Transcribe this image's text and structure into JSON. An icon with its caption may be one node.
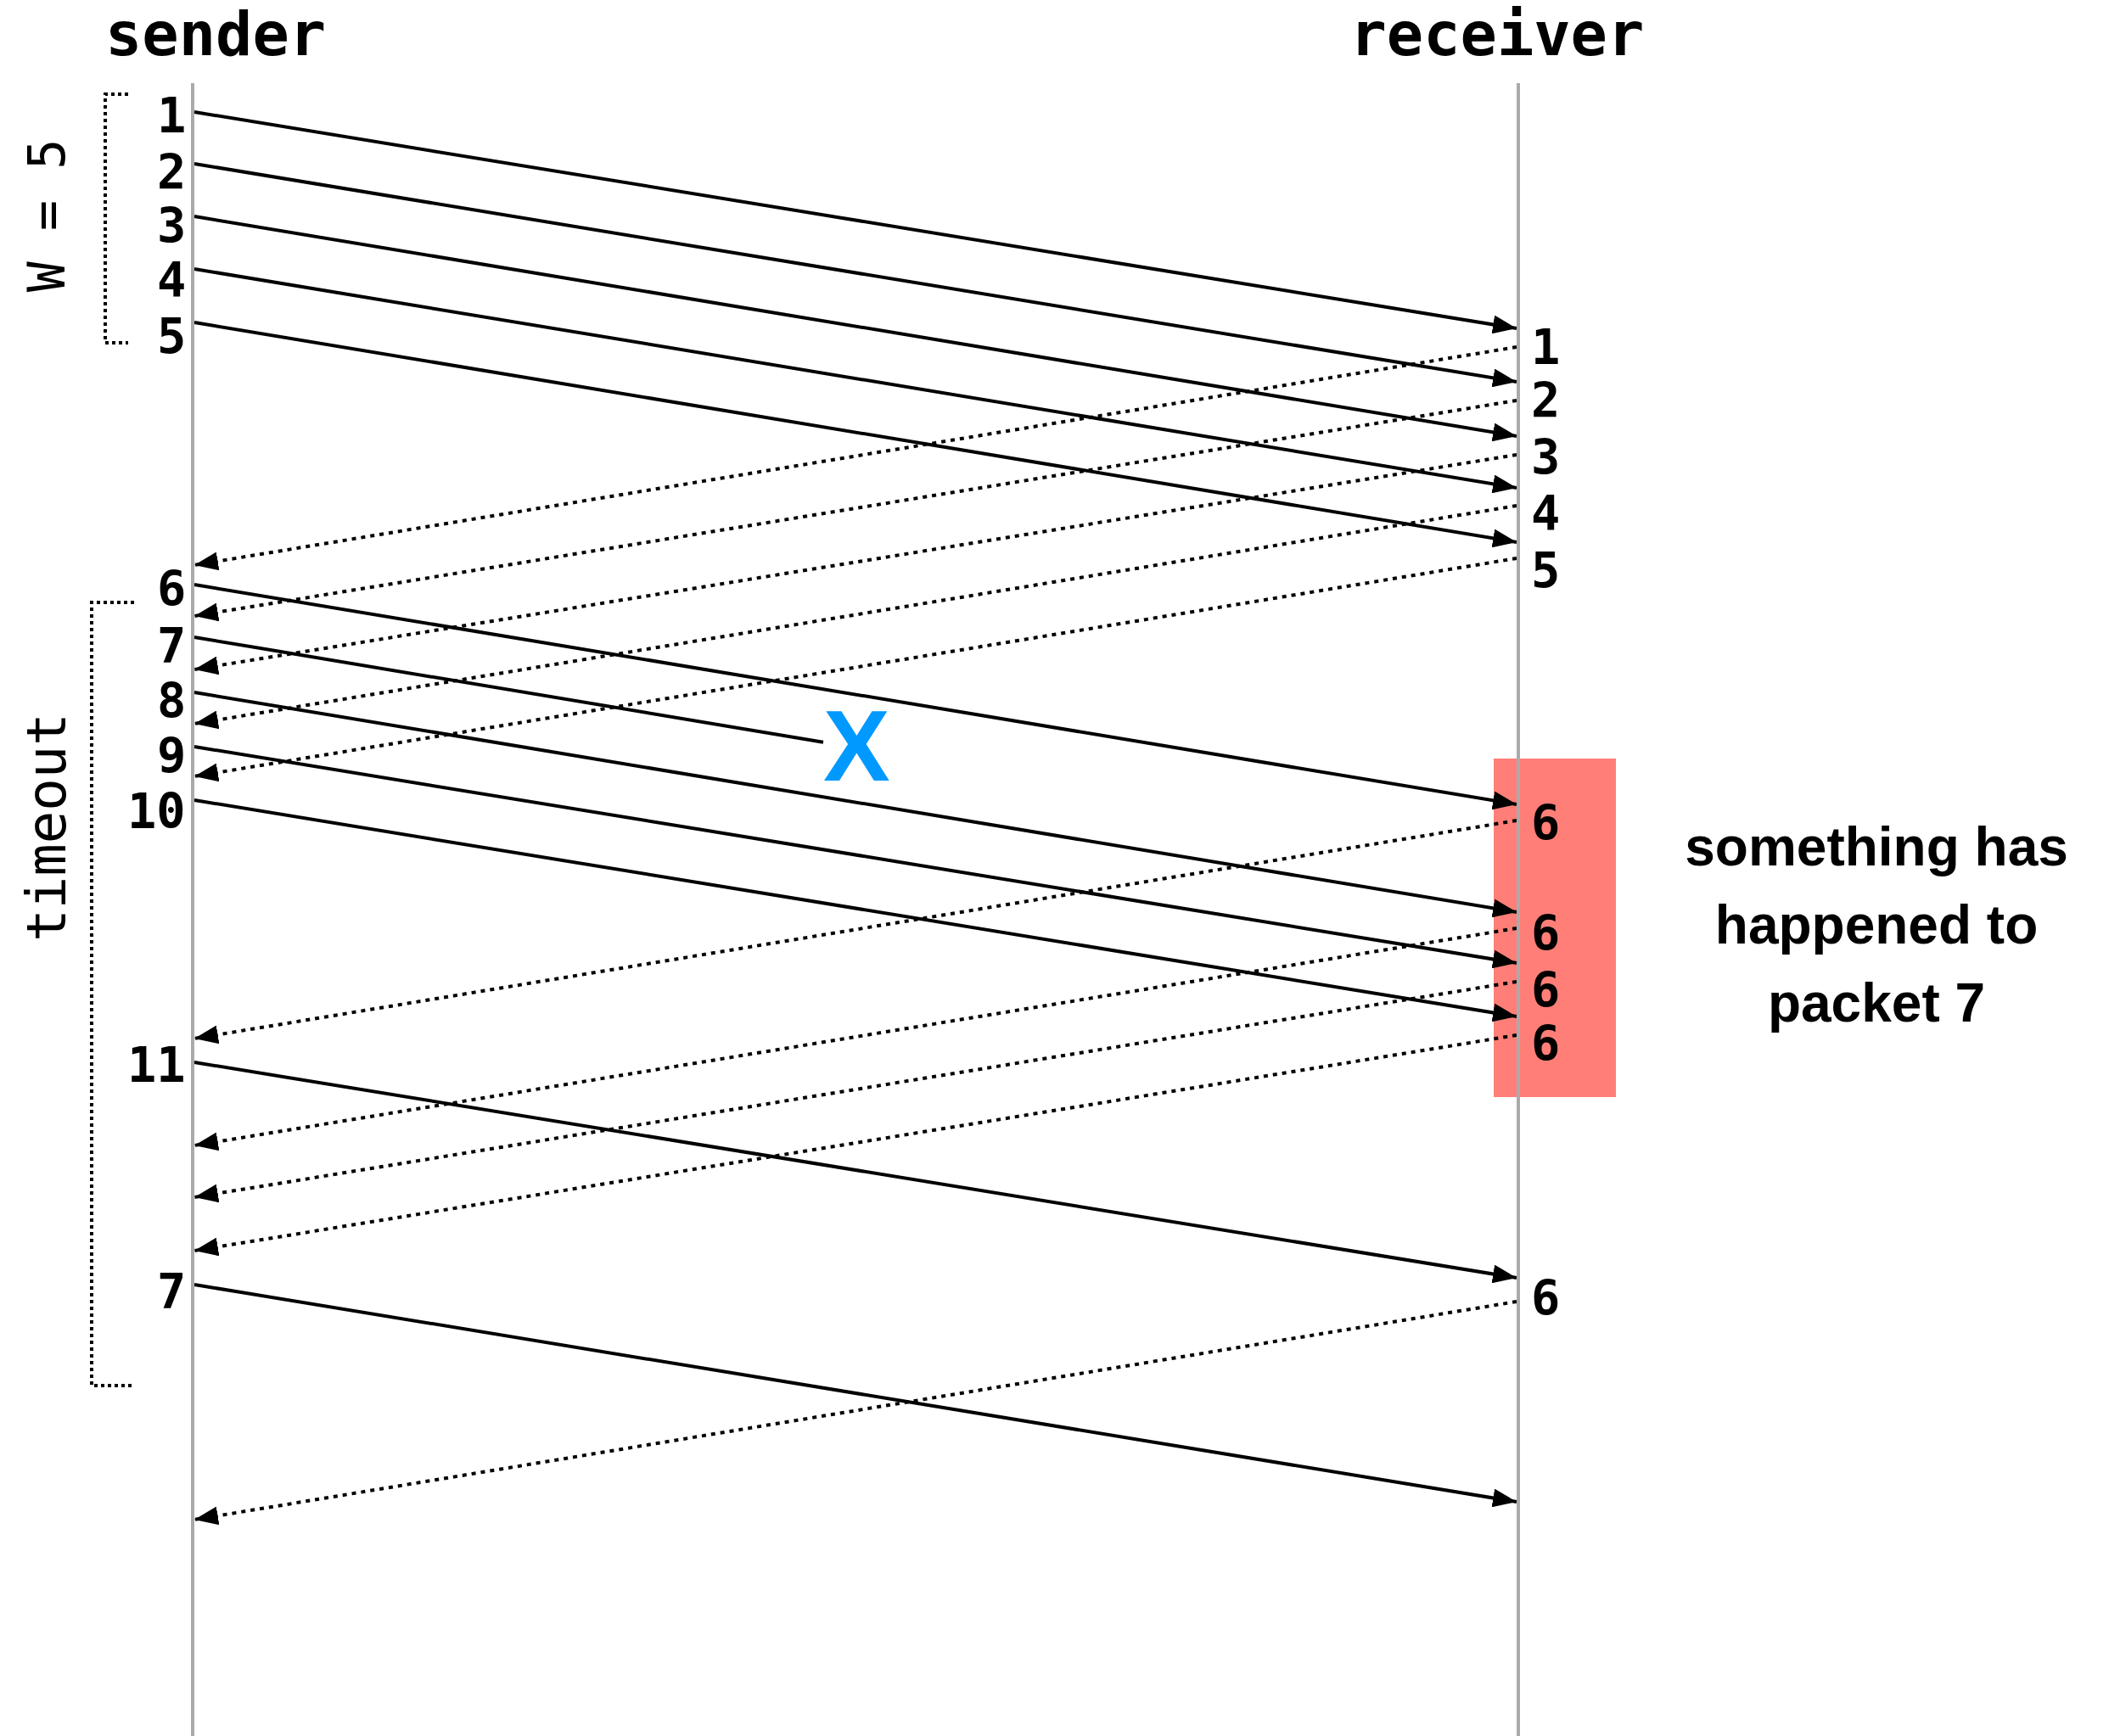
{
  "diagram": {
    "nodes": [
      {
        "text": [],
        "shape": "bar",
        "beside": [
          "sender"
        ]
      },
      {
        "text": [],
        "shape": "bar",
        "beside": [
          "receiver"
        ]
      },
      {
        "text": [
          "X"
        ]
      }
    ],
    "edges": [
      {
        "from": 0,
        "to": 1,
        "arrow": "to"
      },
      {
        "from": 0,
        "to": 1,
        "arrow": "to"
      },
      {
        "from": 0,
        "to": 1,
        "arrow": "to"
      },
      {
        "from": 0,
        "to": 1,
        "arrow": "to"
      },
      {
        "from": 0,
        "to": 1,
        "arrow": "to"
      },
      {
        "from": 1,
        "to": 0,
        "arrow": "to",
        "style": "dashed"
      },
      {
        "from": 1,
        "to": 0,
        "arrow": "to",
        "style": "dashed"
      },
      {
        "from": 1,
        "to": 0,
        "arrow": "to",
        "style": "dashed"
      },
      {
        "from": 1,
        "to": 0,
        "arrow": "to",
        "style": "dashed"
      },
      {
        "from": 1,
        "to": 0,
        "arrow": "to",
        "style": "dashed"
      },
      {
        "from": 0,
        "to": 1,
        "arrow": "to"
      },
      {
        "from": 0,
        "to": 2,
        "arrow": "none"
      },
      {
        "from": 0,
        "to": 1,
        "arrow": "to"
      },
      {
        "from": 0,
        "to": 1,
        "arrow": "to"
      },
      {
        "from": 0,
        "to": 1,
        "arrow": "to"
      },
      {
        "from": 1,
        "to": 0,
        "arrow": "to",
        "style": "dashed"
      },
      {
        "from": 1,
        "to": 0,
        "arrow": "to",
        "style": "dashed"
      },
      {
        "from": 1,
        "to": 0,
        "arrow": "to",
        "style": "dashed"
      },
      {
        "from": 1,
        "to": 0,
        "arrow": "to",
        "style": "dashed"
      },
      {
        "from": 0,
        "to": 1,
        "arrow": "to"
      },
      {
        "from": 1,
        "to": 0,
        "arrow": "to",
        "style": "dashed"
      },
      {
        "from": 0,
        "to": 1,
        "arrow": "to"
      }
    ],
    "labels": [
      "W = 5",
      "1",
      "2",
      "3",
      "4",
      "5",
      "1",
      "2",
      "3",
      "4",
      "5",
      "timeout",
      "6",
      "7",
      "8",
      "9",
      "10",
      "6",
      "something has happened to packet 7",
      "6",
      "6",
      "6",
      "11",
      "7",
      "6"
    ]
  }
}
